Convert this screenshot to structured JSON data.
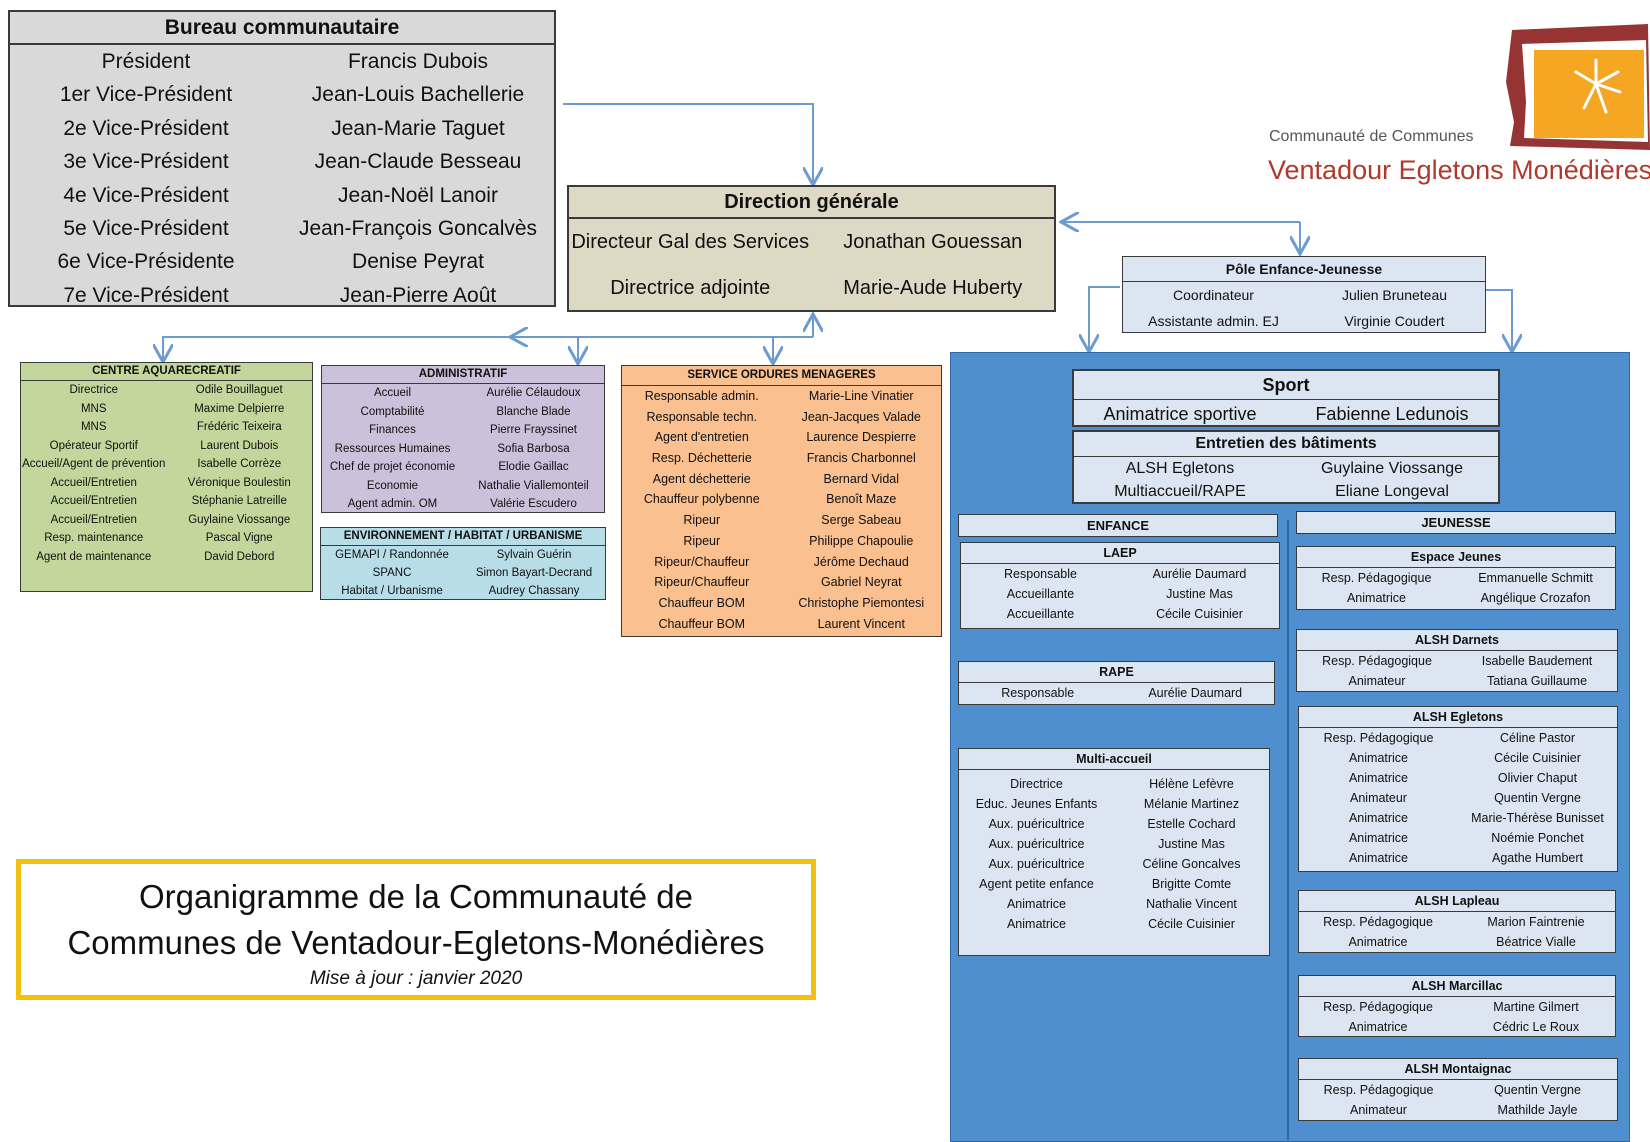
{
  "bureau": {
    "title": "Bureau communautaire",
    "rows": [
      [
        "Président",
        "Francis Dubois"
      ],
      [
        "1er Vice-Président",
        "Jean-Louis Bachellerie"
      ],
      [
        "2e Vice-Président",
        "Jean-Marie Taguet"
      ],
      [
        "3e Vice-Président",
        "Jean-Claude Besseau"
      ],
      [
        "4e Vice-Président",
        "Jean-Noël Lanoir"
      ],
      [
        "5e Vice-Président",
        "Jean-François Goncalvès"
      ],
      [
        "6e Vice-Présidente",
        "Denise Peyrat"
      ],
      [
        "7e Vice-Président",
        "Jean-Pierre Août"
      ]
    ]
  },
  "direction": {
    "title": "Direction générale",
    "rows": [
      [
        "Directeur Gal des Services",
        "Jonathan Gouessan"
      ],
      [
        "Directrice adjointe",
        "Marie-Aude Huberty"
      ]
    ]
  },
  "aquarecreatif": {
    "title": "CENTRE AQUARECREATIF",
    "rows": [
      [
        "Directrice",
        "Odile Bouillaguet"
      ],
      [
        "MNS",
        "Maxime Delpierre"
      ],
      [
        "MNS",
        "Frédéric Teixeira"
      ],
      [
        "Opérateur Sportif",
        "Laurent Dubois"
      ],
      [
        "Accueil/Agent de prévention",
        "Isabelle Corrèze"
      ],
      [
        "Accueil/Entretien",
        "Véronique Boulestin"
      ],
      [
        "Accueil/Entretien",
        "Stéphanie Latreille"
      ],
      [
        "Accueil/Entretien",
        "Guylaine Viossange"
      ],
      [
        "Resp. maintenance",
        "Pascal Vigne"
      ],
      [
        "Agent de maintenance",
        "David Debord"
      ]
    ]
  },
  "administratif": {
    "title": "ADMINISTRATIF",
    "rows": [
      [
        "Accueil",
        "Aurélie Célaudoux"
      ],
      [
        "Comptabilité",
        "Blanche Blade"
      ],
      [
        "Finances",
        "Pierre Frayssinet"
      ],
      [
        "Ressources Humaines",
        "Sofia Barbosa"
      ],
      [
        "Chef de projet économie",
        "Elodie Gaillac"
      ],
      [
        "Economie",
        "Nathalie Viallemonteil"
      ],
      [
        "Agent admin. OM",
        "Valérie Escudero"
      ]
    ]
  },
  "environnement": {
    "title": "ENVIRONNEMENT / HABITAT / URBANISME",
    "rows": [
      [
        "GEMAPI / Randonnée",
        "Sylvain Guérin"
      ],
      [
        "SPANC",
        "Simon Bayart-Decrand"
      ],
      [
        "Habitat / Urbanisme",
        "Audrey Chassany"
      ]
    ]
  },
  "ordures": {
    "title": "SERVICE ORDURES MENAGERES",
    "rows": [
      [
        "Responsable admin.",
        "Marie-Line Vinatier"
      ],
      [
        "Responsable techn.",
        "Jean-Jacques Valade"
      ],
      [
        "Agent d'entretien",
        "Laurence Despierre"
      ],
      [
        "Resp. Déchetterie",
        "Francis Charbonnel"
      ],
      [
        "Agent déchetterie",
        "Bernard Vidal"
      ],
      [
        "Chauffeur polybenne",
        "Benoît Maze"
      ],
      [
        "Ripeur",
        "Serge Sabeau"
      ],
      [
        "Ripeur",
        "Philippe Chapoulie"
      ],
      [
        "Ripeur/Chauffeur",
        "Jérôme Dechaud"
      ],
      [
        "Ripeur/Chauffeur",
        "Gabriel Neyrat"
      ],
      [
        "Chauffeur BOM",
        "Christophe Piemontesi"
      ],
      [
        "Chauffeur BOM",
        "Laurent Vincent"
      ]
    ]
  },
  "pole": {
    "title": "Pôle Enfance-Jeunesse",
    "rows": [
      [
        "Coordinateur",
        "Julien Bruneteau"
      ],
      [
        "Assistante admin. EJ",
        "Virginie Coudert"
      ]
    ]
  },
  "sport": {
    "title": "Sport",
    "rows": [
      [
        "Animatrice sportive",
        "Fabienne Ledunois"
      ]
    ]
  },
  "entretien": {
    "title": "Entretien des bâtiments",
    "rows": [
      [
        "ALSH Egletons",
        "Guylaine Viossange"
      ],
      [
        "Multiaccueil/RAPE",
        "Eliane Longeval"
      ]
    ]
  },
  "enfance_label": "ENFANCE",
  "jeunesse_label": "JEUNESSE",
  "laep": {
    "title": "LAEP",
    "rows": [
      [
        "Responsable",
        "Aurélie Daumard"
      ],
      [
        "Accueillante",
        "Justine Mas"
      ],
      [
        "Accueillante",
        "Cécile Cuisinier"
      ]
    ]
  },
  "rape": {
    "title": "RAPE",
    "rows": [
      [
        "Responsable",
        "Aurélie Daumard"
      ]
    ]
  },
  "multiaccueil": {
    "title": "Multi-accueil",
    "rows": [
      [
        "Directrice",
        "Hélène Lefèvre"
      ],
      [
        "Educ. Jeunes Enfants",
        "Mélanie Martinez"
      ],
      [
        "Aux. puéricultrice",
        "Estelle Cochard"
      ],
      [
        "Aux. puéricultrice",
        "Justine Mas"
      ],
      [
        "Aux. puéricultrice",
        "Céline Goncalves"
      ],
      [
        "Agent petite enfance",
        "Brigitte Comte"
      ],
      [
        "Animatrice",
        "Nathalie Vincent"
      ],
      [
        "Animatrice",
        "Cécile Cuisinier"
      ]
    ]
  },
  "espace_jeunes": {
    "title": "Espace Jeunes",
    "rows": [
      [
        "Resp. Pédagogique",
        "Emmanuelle Schmitt"
      ],
      [
        "Animatrice",
        "Angélique Crozafon"
      ]
    ]
  },
  "alsh_darnets": {
    "title": "ALSH Darnets",
    "rows": [
      [
        "Resp. Pédagogique",
        "Isabelle Baudement"
      ],
      [
        "Animateur",
        "Tatiana Guillaume"
      ]
    ]
  },
  "alsh_egletons": {
    "title": "ALSH Egletons",
    "rows": [
      [
        "Resp. Pédagogique",
        "Céline Pastor"
      ],
      [
        "Animatrice",
        "Cécile Cuisinier"
      ],
      [
        "Animatrice",
        "Olivier Chaput"
      ],
      [
        "Animateur",
        "Quentin Vergne"
      ],
      [
        "Animatrice",
        "Marie-Thérèse Bunisset"
      ],
      [
        "Animatrice",
        "Noémie Ponchet"
      ],
      [
        "Animatrice",
        "Agathe Humbert"
      ]
    ]
  },
  "alsh_lapleau": {
    "title": "ALSH Lapleau",
    "rows": [
      [
        "Resp. Pédagogique",
        "Marion Faintrenie"
      ],
      [
        "Animatrice",
        "Béatrice Vialle"
      ]
    ]
  },
  "alsh_marcillac": {
    "title": "ALSH Marcillac",
    "rows": [
      [
        "Resp. Pédagogique",
        "Martine Gilmert"
      ],
      [
        "Animatrice",
        "Cédric Le Roux"
      ]
    ]
  },
  "alsh_montaignac": {
    "title": "ALSH Montaignac",
    "rows": [
      [
        "Resp. Pédagogique",
        "Quentin Vergne"
      ],
      [
        "Animateur",
        "Mathilde Jayle"
      ]
    ]
  },
  "title_box": {
    "line1": "Organigramme de la Communauté de",
    "line2": "Communes de Ventadour-Egletons-Monédières",
    "update": "Mise à jour : janvier 2020"
  },
  "logo": {
    "small": "Communauté de Communes",
    "big": "Ventadour Egletons Monédières"
  },
  "colors": {
    "bureau": "#d9d9d9",
    "direction": "#ddd9c4",
    "aquarecreatif": "#c3d69b",
    "administratif": "#ccc0da",
    "environnement": "#b7dde8",
    "ordures": "#fac090",
    "pole_bg": "#4f8fd0",
    "pale_blue": "#dce6f2",
    "title_border": "#f2c10f",
    "arrows": "#6c9bd2",
    "logo_text": "#b0392b"
  }
}
